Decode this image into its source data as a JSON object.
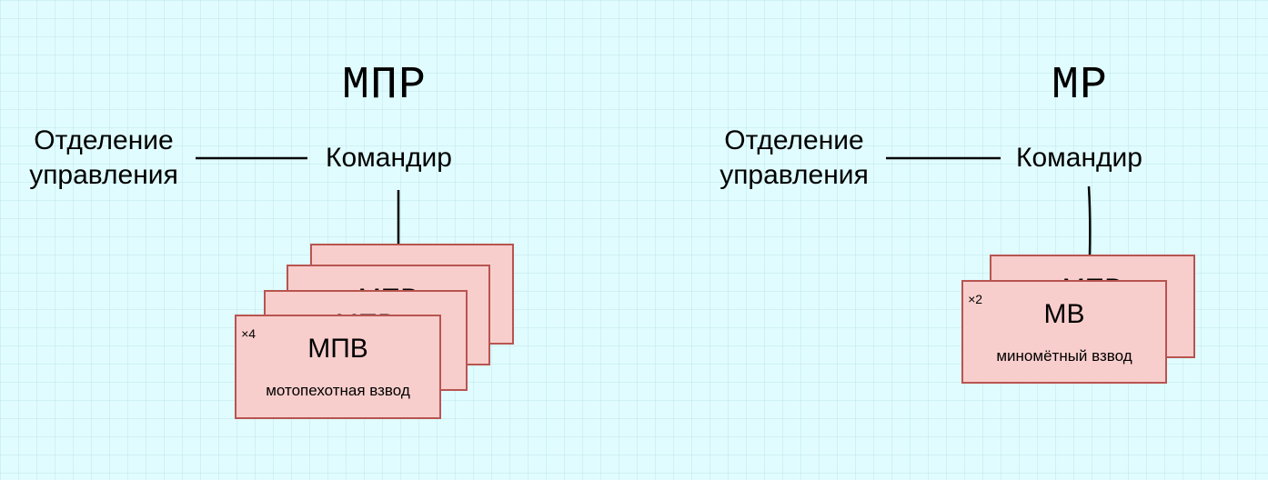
{
  "diagrams": [
    {
      "id": "mpr",
      "title": "МПР",
      "control_section": [
        "Отделение",
        "управления"
      ],
      "commander": "Командир",
      "card_stack": {
        "abbr": "МПВ",
        "description": "мотопехотная взвод",
        "multiplier_sign": "×",
        "multiplier_count": "4",
        "stack_size": 4
      }
    },
    {
      "id": "mr",
      "title": "МР",
      "control_section": [
        "Отделение",
        "управления"
      ],
      "commander": "Командир",
      "card_stack": {
        "abbr": "МВ",
        "description": "миномётный взвод",
        "multiplier_sign": "×",
        "multiplier_count": "2",
        "stack_size": 2
      },
      "card_stack_back_abbr": "МПВ"
    }
  ],
  "colors": {
    "background": "#e0fcfe",
    "grid": "#96c8d7",
    "card_fill": "#f8cecc",
    "card_border": "#b85450",
    "line": "#000000"
  }
}
